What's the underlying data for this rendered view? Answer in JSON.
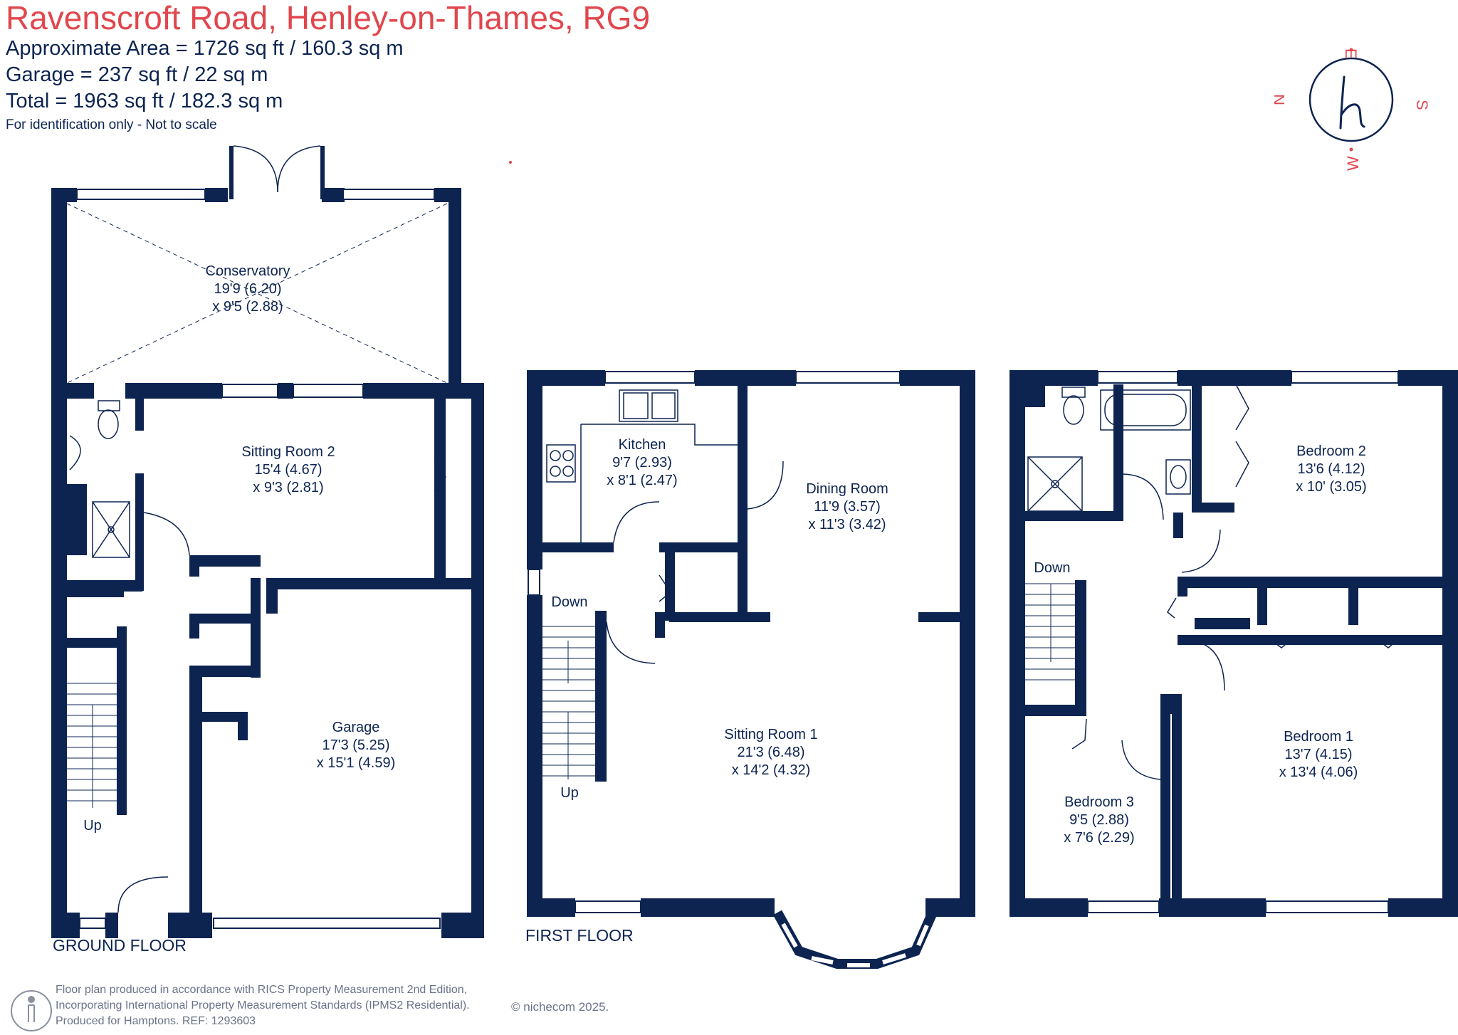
{
  "header": {
    "title": "Ravenscroft Road, Henley-on-Thames, RG9",
    "area_lines": [
      "Approximate Area = 1726 sq ft / 160.3 sq m",
      "Garage = 237 sq ft / 22 sq m",
      "Total = 1963 sq ft / 182.3 sq m"
    ],
    "note": "For identification only - Not to scale"
  },
  "compass": {
    "n": "N",
    "e": "E",
    "s": "S",
    "w": "W"
  },
  "floors": {
    "ground": "GROUND FLOOR",
    "first": "FIRST FLOOR"
  },
  "rooms": {
    "conservatory": [
      "Conservatory",
      "19'9 (6.20)",
      "x 9'5 (2.88)"
    ],
    "sitting2": [
      "Sitting Room 2",
      "15'4 (4.67)",
      "x 9'3 (2.81)"
    ],
    "garage": [
      "Garage",
      "17'3 (5.25)",
      "x 15'1 (4.59)"
    ],
    "kitchen": [
      "Kitchen",
      "9'7 (2.93)",
      "x 8'1 (2.47)"
    ],
    "dining": [
      "Dining Room",
      "11'9 (3.57)",
      "x 11'3 (3.42)"
    ],
    "sitting1": [
      "Sitting Room 1",
      "21'3 (6.48)",
      "x 14'2 (4.32)"
    ],
    "bedroom2": [
      "Bedroom 2",
      "13'6 (4.12)",
      "x 10' (3.05)"
    ],
    "bedroom1": [
      "Bedroom 1",
      "13'7 (4.15)",
      "x 13'4 (4.06)"
    ],
    "bedroom3": [
      "Bedroom 3",
      "9'5 (2.88)",
      "x 7'6 (2.29)"
    ]
  },
  "stairs": {
    "ground_up": "Up",
    "first_down": "Down",
    "first_up": "Up",
    "second_down": "Down"
  },
  "footer": {
    "lines": [
      "Floor plan produced in accordance with RICS Property Measurement 2nd Edition,",
      "Incorporating International Property Measurement Standards (IPMS2 Residential).",
      "Produced for Hamptons.   REF:  1293603"
    ],
    "copyright": "© nichecom 2025."
  },
  "colors": {
    "wall": "#0d2451",
    "accent": "#e0474d",
    "window": "#ffffff"
  }
}
